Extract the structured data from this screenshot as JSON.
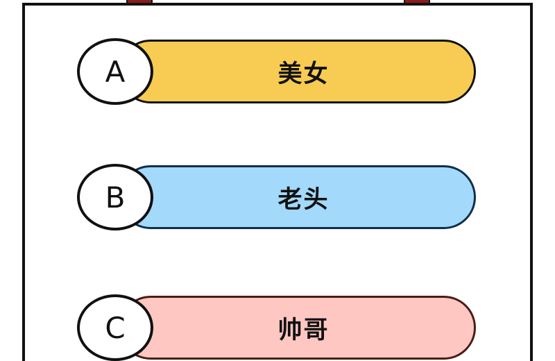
{
  "options": [
    {
      "letter": "A",
      "label": "美女",
      "fill": "#f8cc52",
      "border": "#111111"
    },
    {
      "letter": "B",
      "label": "老头",
      "fill": "#a3d9fb",
      "border": "#0f2f4a"
    },
    {
      "letter": "C",
      "label": "帅哥",
      "fill": "#ffc7c1",
      "border": "#4a1c16"
    }
  ]
}
